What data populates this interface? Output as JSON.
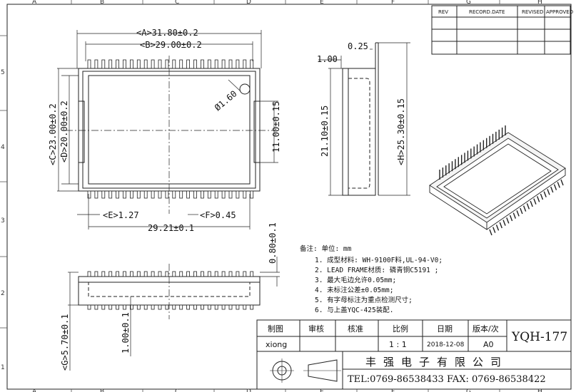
{
  "grid": {
    "cols": [
      "A",
      "B",
      "C",
      "D",
      "E",
      "F",
      "G",
      "H"
    ],
    "rows": [
      "5",
      "4",
      "3",
      "2",
      "1"
    ]
  },
  "revision_table": {
    "headers": [
      "REV",
      "RECORD.DATE",
      "REVISED",
      "APPROVED"
    ]
  },
  "dimensions": {
    "a": "<A>31.80±0.2",
    "b": "<B>29.00±0.2",
    "c": "<C>23.00±0.2",
    "d": "<D>20.00±0.2",
    "e": "<E>1.27",
    "f": "<F>0.45",
    "pitch_total": "29.21±0.1",
    "hole": "Ø1.60",
    "side_slot": "11.00±0.15",
    "side_t1": "1.00",
    "side_t2": "0.25",
    "side_height_inner": "21.10±0.15",
    "side_height_h": "<H>25.30±0.15",
    "bottom_t": "0.80±0.1",
    "bottom_g": "<G>5.70±0.1",
    "bottom_inner": "1.00±0.1"
  },
  "notes": {
    "header": "备注: 单位: mm",
    "items": [
      "1. 成型材料: WH-9100F料,UL-94-V0;",
      "2. LEAD FRAME材质: 磷青铜C5191 ;",
      "3. 最大毛边允许0.05mm;",
      "4. 未标注公差±0.05mm;",
      "5. 有字母标注为重点检测尺寸;",
      "6. 与上盖YQC-425装配."
    ]
  },
  "title_block": {
    "h_draw": "制图",
    "h_check": "审核",
    "h_approve": "核准",
    "h_scale": "比例",
    "h_date": "日期",
    "h_version": "版本/次",
    "drawer": "xiong",
    "scale": "1 : 1",
    "date": "2018-12-08",
    "version": "A0",
    "part_no": "YQH-177",
    "company": "丰强电子有限公司",
    "tel": "TEL:0769-86538433 FAX: 0769-86538422"
  }
}
